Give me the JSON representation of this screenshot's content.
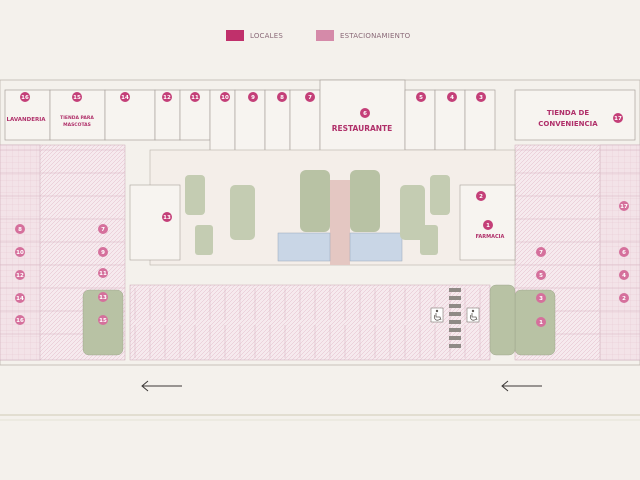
{
  "legend": {
    "locales": {
      "label": "LOCALES",
      "color": "#c0306b"
    },
    "estacionamiento": {
      "label": "ESTACIONAMIENTO",
      "color": "#d58aa9"
    }
  },
  "colors": {
    "badge": "#c43f78",
    "label": "#b0306a",
    "planting": "#b8c2a4",
    "water": "#c9d6e6",
    "walkway": "#e4c7c2",
    "parking_hatch": "#e8c3cf",
    "line": "#a09a94"
  },
  "store_labels": {
    "lavanderia": "LAVANDERIA",
    "tienda_mascotas": [
      "TIENDA PARA",
      "MASCOTAS"
    ],
    "restaurante": "RESTAURANTE",
    "tienda_conveniencia": [
      "TIENDA DE",
      "CONVENIENCIA"
    ],
    "farmacia": "FARMACIA"
  },
  "badges": {
    "top": [
      "16",
      "15",
      "14",
      "12",
      "11",
      "10",
      "9",
      "8",
      "7",
      "6",
      "5",
      "4",
      "3",
      "17"
    ],
    "left_col_a": [
      "8",
      "10",
      "12",
      "14",
      "16"
    ],
    "left_col_b": [
      "7",
      "9",
      "11",
      "13",
      "15"
    ],
    "center": [
      "13",
      "2",
      "1"
    ],
    "right_col_a": [
      "7",
      "5",
      "3",
      "1"
    ],
    "right_col_b": [
      "17",
      "6",
      "4",
      "2"
    ]
  },
  "icons": {
    "accessible_parking": "wheelchair-icon",
    "direction": "arrow-left-icon"
  }
}
